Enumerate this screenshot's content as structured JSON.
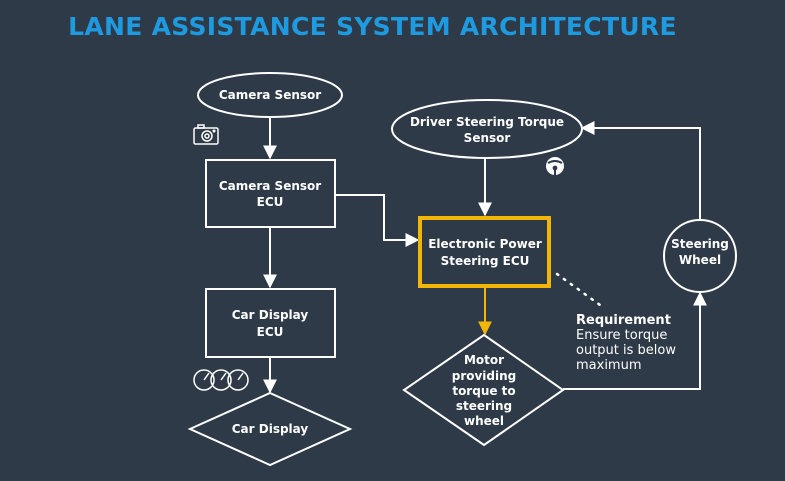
{
  "title": "LANE ASSISTANCE SYSTEM ARCHITECTURE",
  "nodes": {
    "camera_sensor": "Camera Sensor",
    "camera_sensor_ecu": [
      "Camera Sensor",
      "ECU"
    ],
    "car_display_ecu": [
      "Car Display",
      "ECU"
    ],
    "car_display": "Car Display",
    "driver_torque_sensor": [
      "Driver Steering Torque",
      "Sensor"
    ],
    "eps_ecu": [
      "Electronic Power",
      "Steering ECU"
    ],
    "motor": [
      "Motor",
      "providing",
      "torque to",
      "steering",
      "wheel"
    ],
    "steering_wheel": [
      "Steering",
      "Wheel"
    ]
  },
  "requirement": {
    "heading": "Requirement",
    "lines": [
      "Ensure torque",
      "output is below",
      "maximum"
    ]
  },
  "icons": [
    "camera-icon",
    "steering-wheel-icon",
    "gauges-icon"
  ],
  "colors": {
    "background": "#2e3a47",
    "title": "#1e9be0",
    "highlight": "#f2b705",
    "line": "#ffffff"
  }
}
